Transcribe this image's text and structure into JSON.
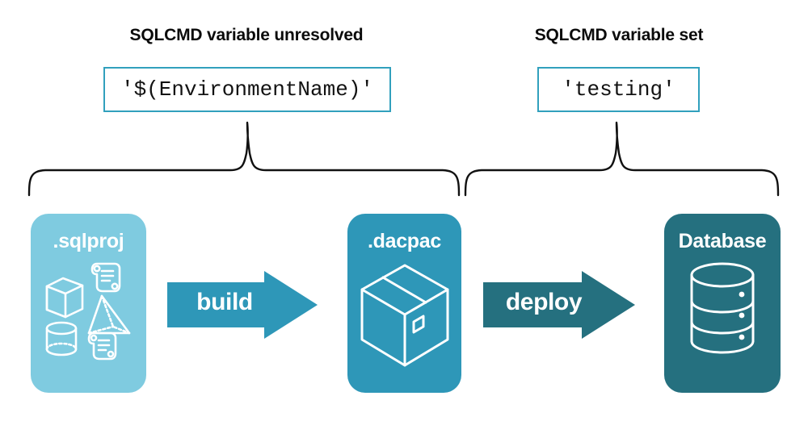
{
  "diagram": {
    "title_left": "SQLCMD variable unresolved",
    "title_right": "SQLCMD variable set",
    "value_left": "'$(EnvironmentName)'",
    "value_right": "'testing'",
    "colors": {
      "sqlproj_fill": "#7fcbe0",
      "dacpac_fill": "#2e97b8",
      "database_fill": "#25707f",
      "build_arrow": "#2e97b8",
      "deploy_arrow": "#25707f",
      "box_border": "#31a0bd",
      "brace_stroke": "#111111",
      "label_text": "#ffffff",
      "heading_text": "#0b0b0b"
    },
    "stages": [
      {
        "id": "sqlproj",
        "label": ".sqlproj",
        "art": "cube-pyramid-cylinder-scrolls-icon"
      },
      {
        "id": "dacpac",
        "label": ".dacpac",
        "art": "package-box-icon"
      },
      {
        "id": "database",
        "label": "Database",
        "art": "database-cylinder-icon"
      }
    ],
    "arrows": [
      {
        "id": "build",
        "label": "build"
      },
      {
        "id": "deploy",
        "label": "deploy"
      }
    ],
    "braces": [
      {
        "id": "brace-left",
        "spans": [
          "sqlproj",
          "dacpac"
        ]
      },
      {
        "id": "brace-right",
        "spans": [
          "dacpac",
          "database"
        ]
      }
    ]
  }
}
